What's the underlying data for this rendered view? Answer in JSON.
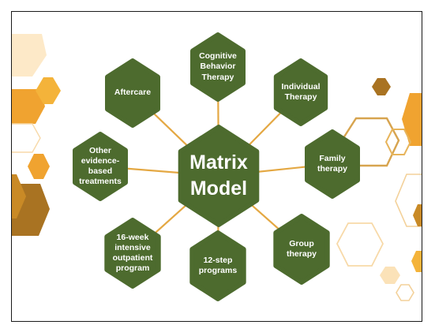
{
  "diagram": {
    "center": "Matrix\nModel",
    "nodes": [
      "Cognitive\nBehavior\nTherapy",
      "Individual\nTherapy",
      "Family\ntherapy",
      "Group\ntherapy",
      "12-step\nprograms",
      "16-week\nintensive\noutpatient\nprogram",
      "Other\nevidence-\nbased\ntreatments",
      "Aftercare"
    ]
  },
  "colors": {
    "node_fill": "#4d6b2e",
    "connector": "#e4a843",
    "deco_light": "#fde9c8",
    "deco_orange": "#f0a330",
    "deco_gold": "#c98a26",
    "deco_brown": "#a97322",
    "deco_outline": "#d7a44f",
    "frame_border": "#1a1a1a"
  }
}
